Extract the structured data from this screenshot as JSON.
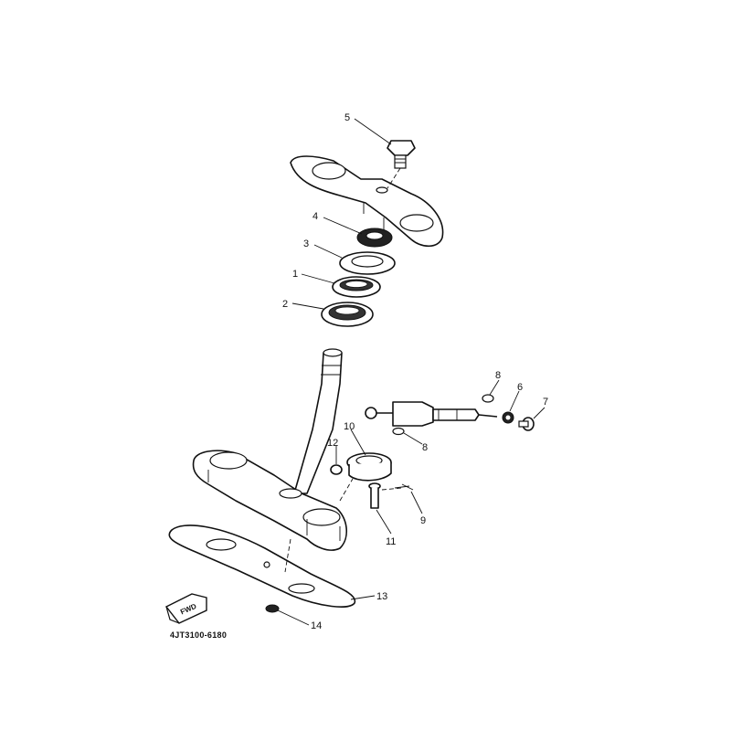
{
  "diagram_code": "4JT3100-6180",
  "fwd_label": "FWD",
  "callouts": [
    {
      "id": "c1",
      "text": "1"
    },
    {
      "id": "c2",
      "text": "2"
    },
    {
      "id": "c3",
      "text": "3"
    },
    {
      "id": "c4",
      "text": "4"
    },
    {
      "id": "c5",
      "text": "5"
    },
    {
      "id": "c6",
      "text": "6"
    },
    {
      "id": "c7",
      "text": "7"
    },
    {
      "id": "c8a",
      "text": "8"
    },
    {
      "id": "c8b",
      "text": "8"
    },
    {
      "id": "c9",
      "text": "9"
    },
    {
      "id": "c10",
      "text": "10"
    },
    {
      "id": "c11",
      "text": "11"
    },
    {
      "id": "c12",
      "text": "12"
    },
    {
      "id": "c13",
      "text": "13"
    },
    {
      "id": "c14",
      "text": "14"
    }
  ]
}
